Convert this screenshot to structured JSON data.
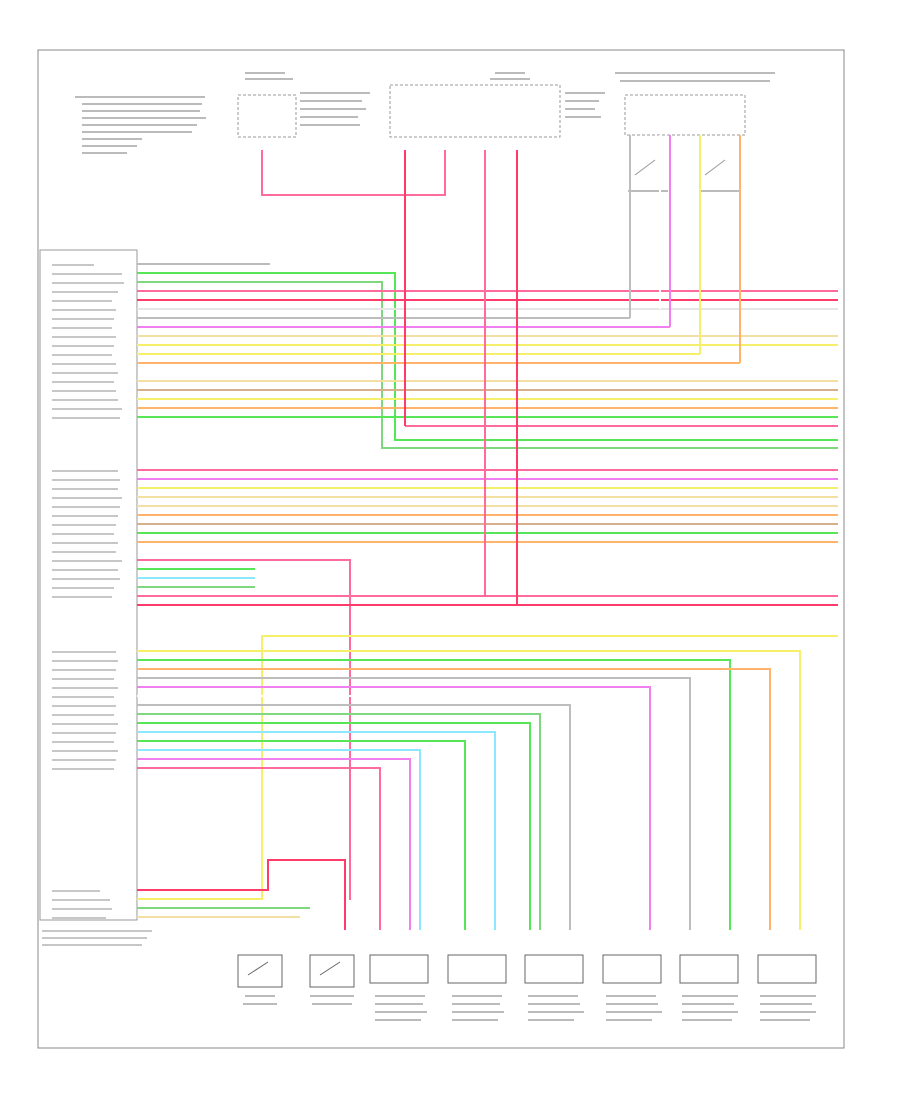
{
  "diagram": {
    "page_code": "",
    "wire_colors": {
      "PNK": "#ff6b9a",
      "RED": "#ff3b6b",
      "LT_GRN": "#57e657",
      "DK_GRN": "#7fd77f",
      "YEL": "#f5ef6a",
      "TAN": "#f4dfa2",
      "ORN": "#ffb36b",
      "BLU": "#8ce8ff",
      "PPL": "#f07ff0",
      "GRY": "#bdbdbd",
      "BRN": "#d6b08a",
      "WHT": "#e6e6e6"
    },
    "connector_labels": {
      "upper_left_component": "",
      "upper_mid_component": "",
      "upper_right_component": ""
    },
    "bottom_components": [
      {
        "id": "driver-seat-belt-switch"
      },
      {
        "id": "passenger-seat-belt-switch"
      },
      {
        "id": "right-front-sensor"
      },
      {
        "id": "left-front-sensor"
      },
      {
        "id": "right-side-sensor"
      },
      {
        "id": "left-side-sensor"
      },
      {
        "id": "right-rear-sensor"
      },
      {
        "id": "left-rear-sensor"
      }
    ]
  }
}
